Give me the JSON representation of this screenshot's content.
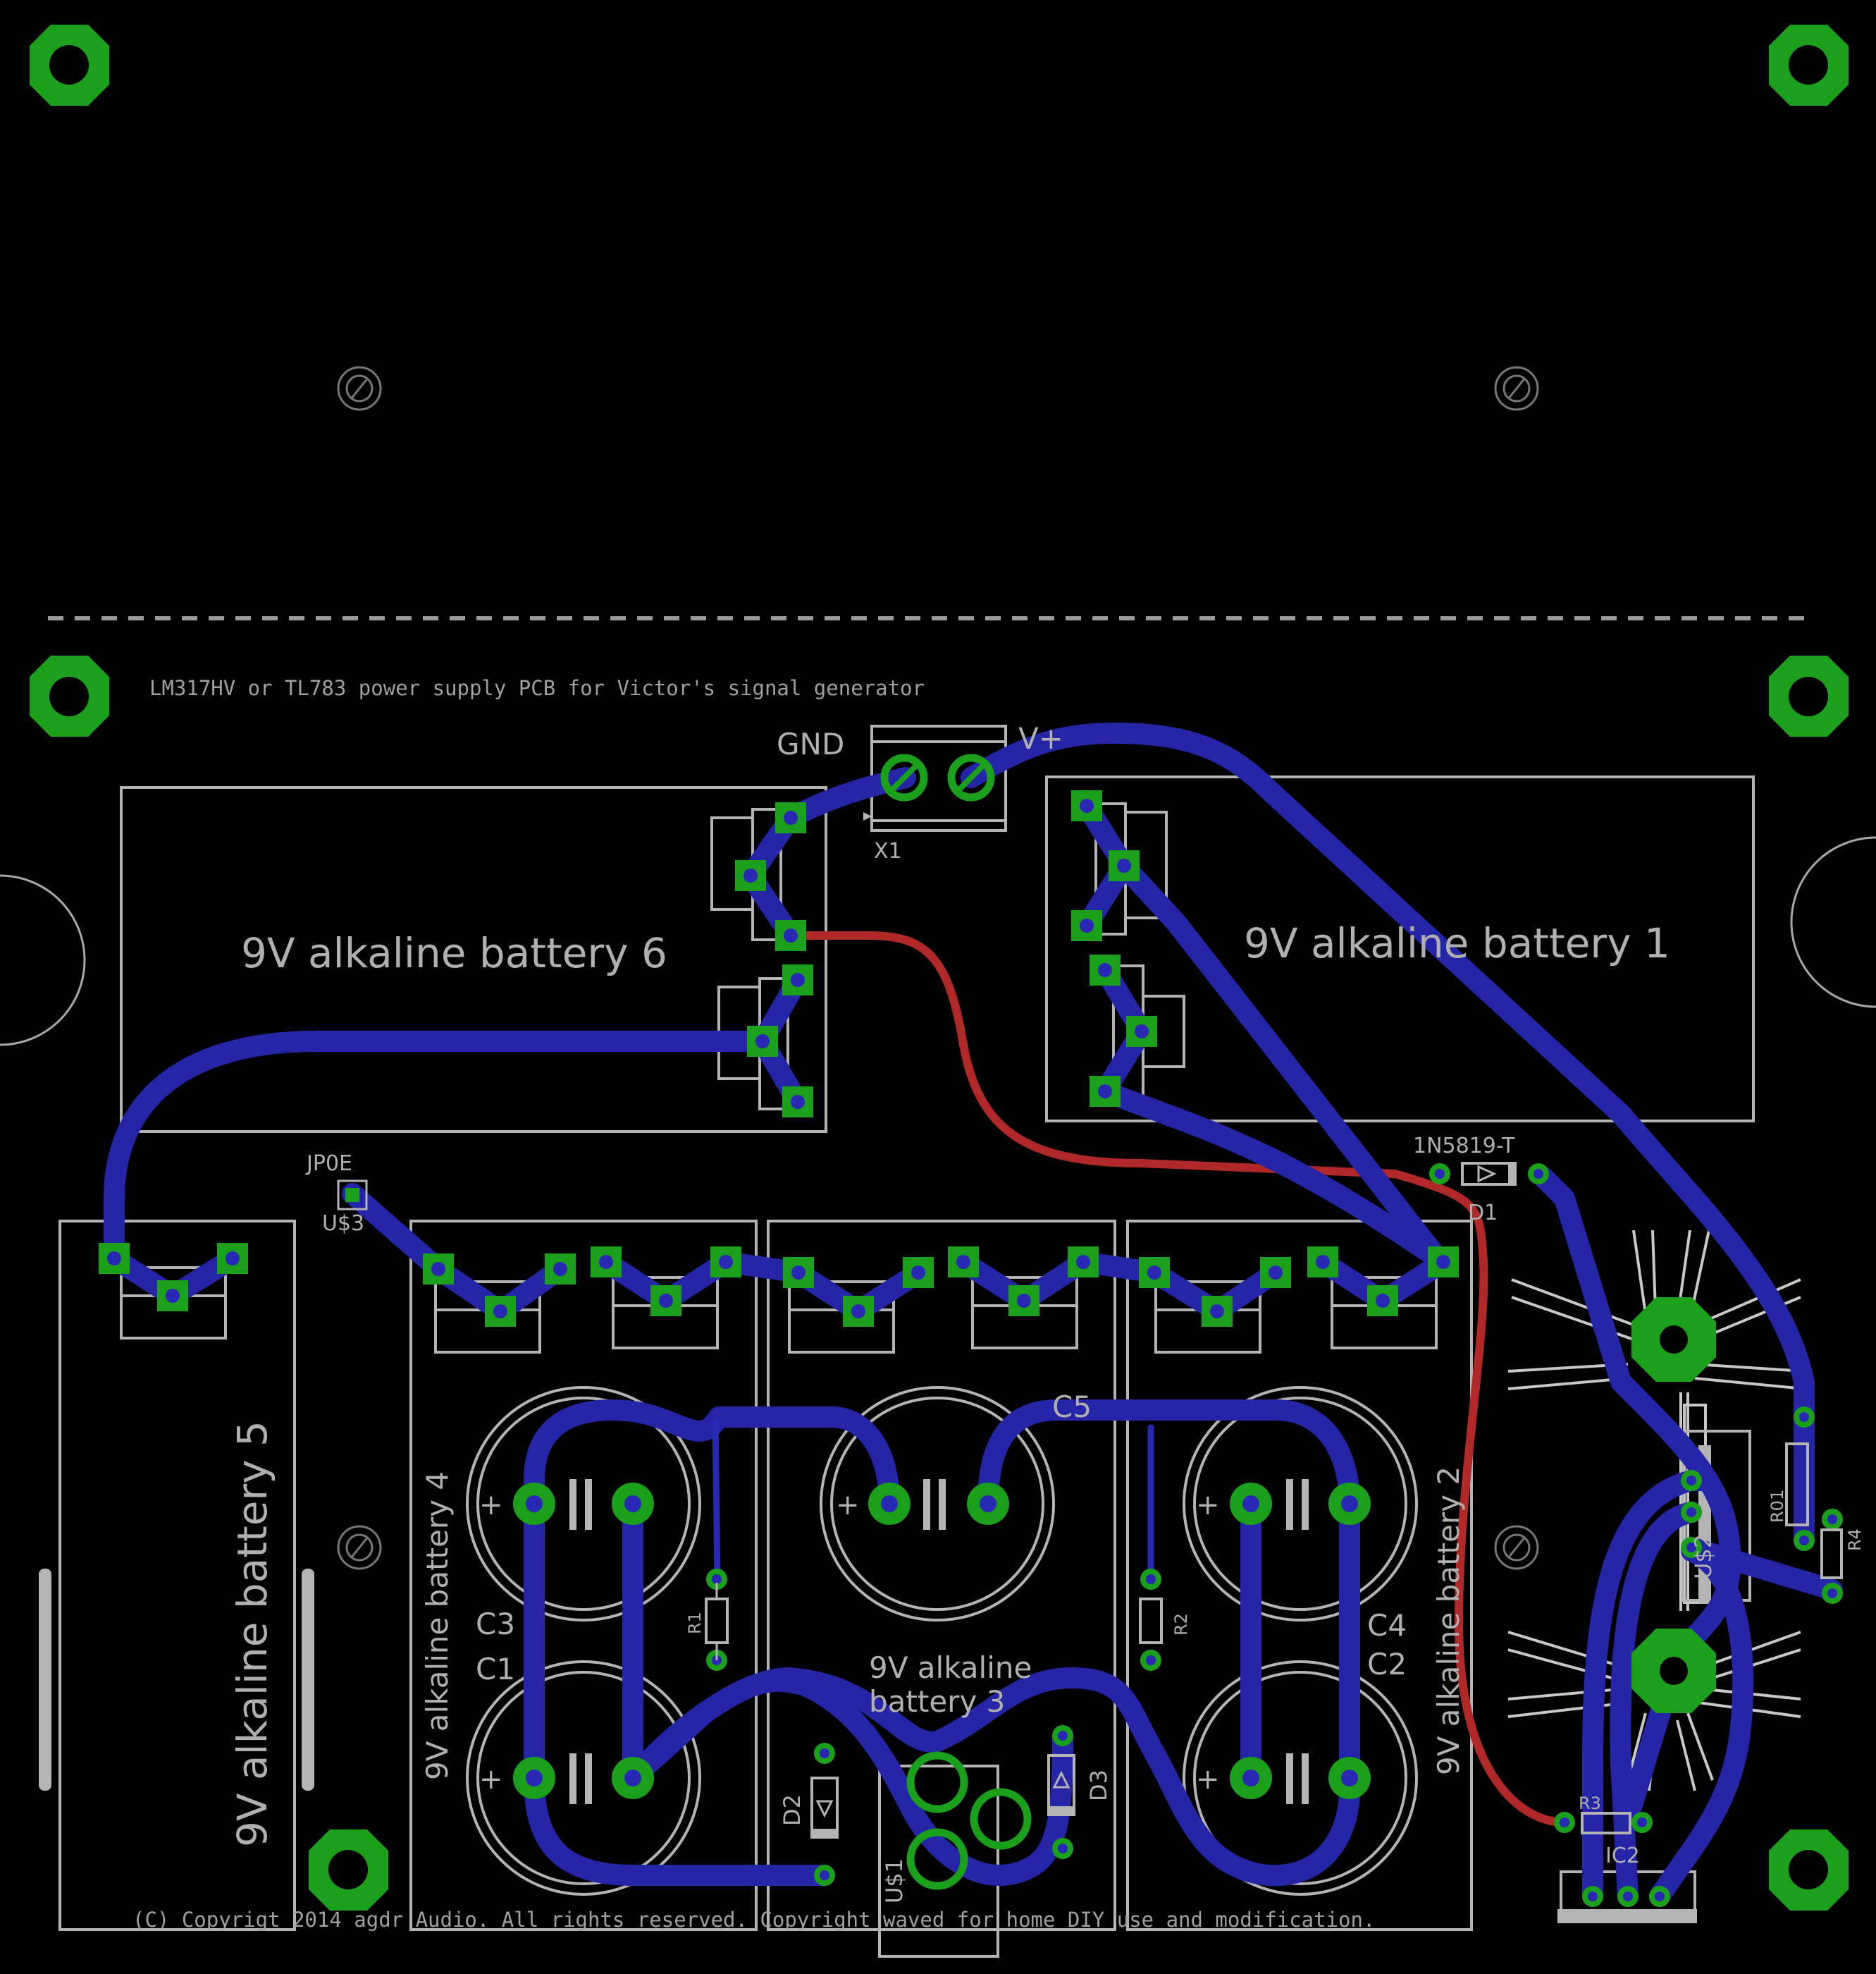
{
  "board": {
    "title_text": "LM317HV or TL783 power supply PCB for Victor's signal generator",
    "copyright_text": "(C) Copyrigt 2014 agdr Audio. All rights reserved. Copyright waved for home DIY use and modification."
  },
  "labels": {
    "gnd": "GND",
    "vplus": "V+",
    "x1": "X1",
    "jp0e": "JP0E",
    "us3": "U$3",
    "d1_value": "1N5819-T",
    "d1": "D1",
    "c5": "C5",
    "c3": "C3",
    "c1": "C1",
    "c4": "C4",
    "c2": "C2",
    "r1": "R1",
    "r2": "R2",
    "r3": "R3",
    "r4": "R4",
    "r01": "R01",
    "d2": "D2",
    "d3": "D3",
    "us1": "U$1",
    "us2": "U$2",
    "ic2": "IC2",
    "plus": "+"
  },
  "batteries": {
    "b1": "9V alkaline battery 1",
    "b2": "9V alkaline battery 2",
    "b3_line1": "9V alkaline",
    "b3_line2": "battery 3",
    "b4": "9V alkaline battery 4",
    "b5": "9V alkaline battery 5",
    "b6": "9V alkaline battery 6"
  },
  "colors": {
    "background": "#000000",
    "copper_top": "#2525a8",
    "copper_bottom": "#b02828",
    "pad": "#1aa01a",
    "silkscreen": "#b4b4b4"
  }
}
